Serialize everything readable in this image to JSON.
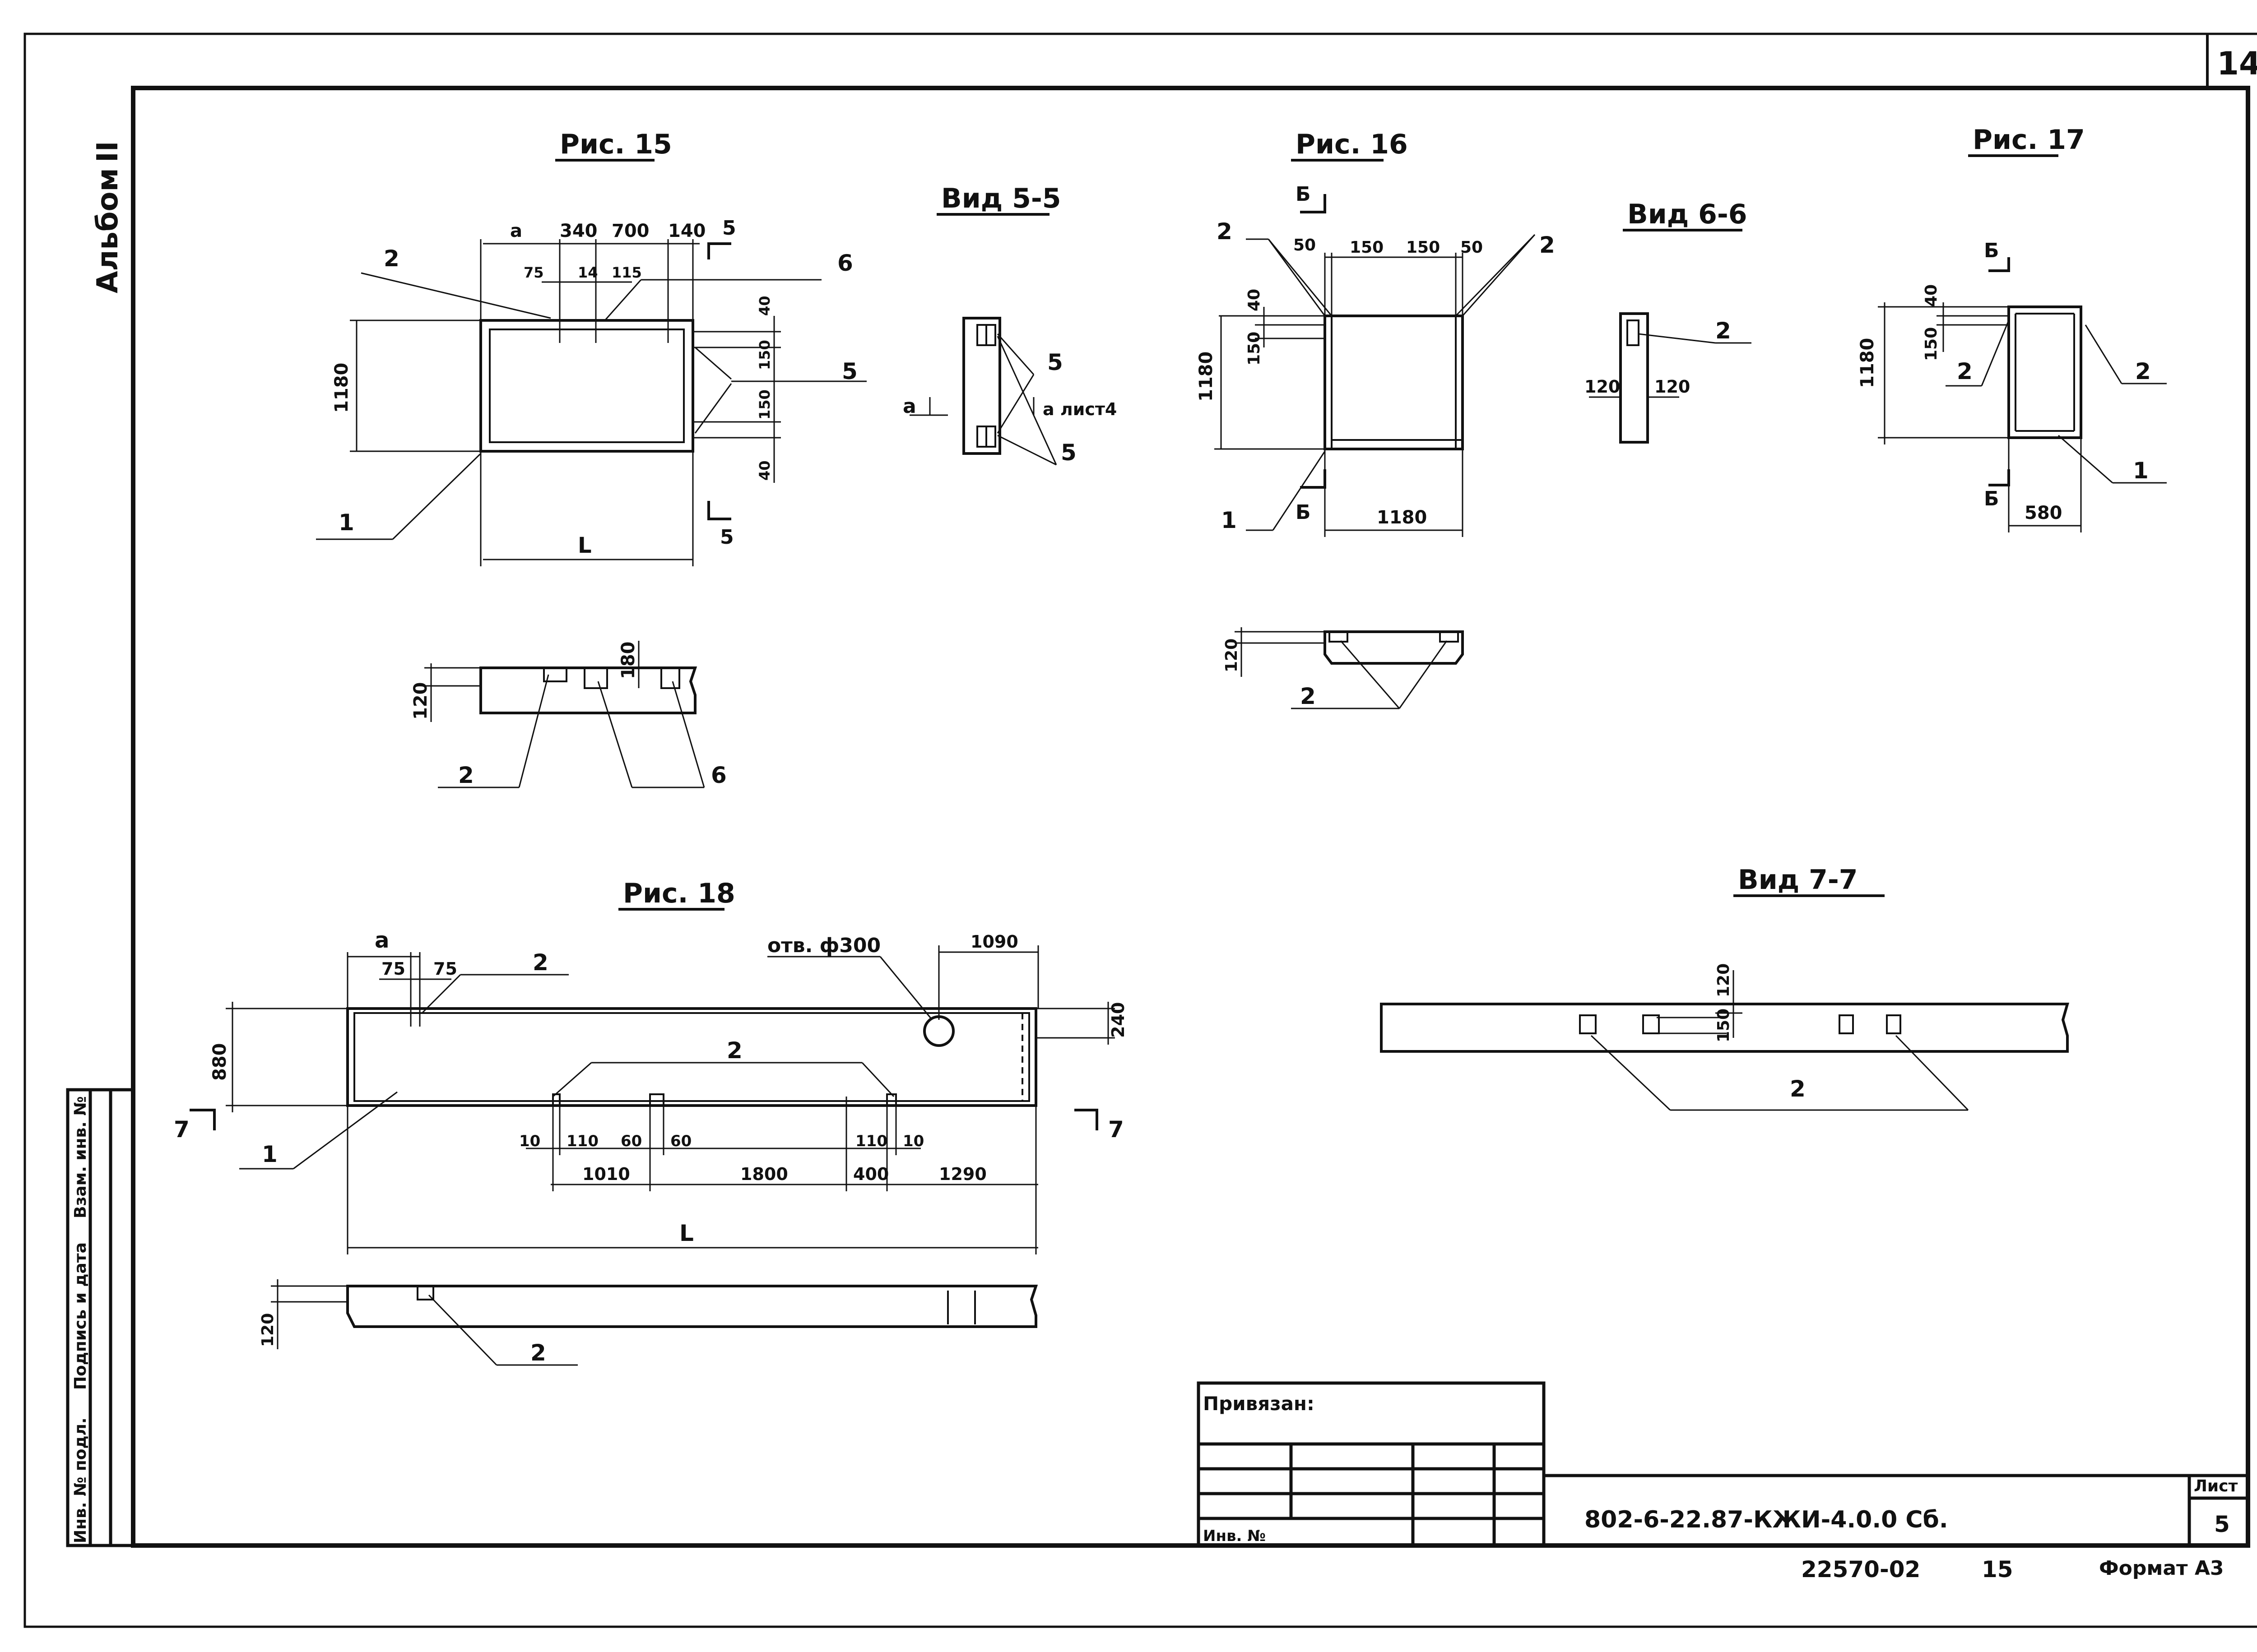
{
  "sheet_number": "14",
  "side_label": "Альбом",
  "side_label_numeral": "II",
  "stamp_columns": [
    "Инв. № подл.",
    "Подпись и дата",
    "Взам. инв. №"
  ],
  "views": {
    "fig15": "Рис. 15",
    "view55": "Вид 5-5",
    "fig16": "Рис. 16",
    "view66": "Вид 6-6",
    "fig17": "Рис. 17",
    "fig18": "Рис. 18",
    "view77": "Вид 7-7"
  },
  "fig15": {
    "dims_top": [
      "a",
      "340",
      "700",
      "140"
    ],
    "dims_sub": [
      "75",
      "14",
      "115"
    ],
    "dim_height": "1180",
    "dims_right": [
      "40",
      "150",
      "150",
      "40"
    ],
    "dim_length": "L",
    "dim_thickness": "120",
    "dim_slot": "180",
    "labels": [
      "2",
      "6",
      "5",
      "1",
      "5",
      "5",
      "2",
      "6"
    ]
  },
  "view55": {
    "label_a": "a",
    "note": "a лист4",
    "labels": [
      "5",
      "5"
    ]
  },
  "fig16": {
    "dims_top": [
      "50",
      "150",
      "150",
      "50"
    ],
    "dims_left": [
      "40",
      "150"
    ],
    "dim_height": "1180",
    "dim_width": "1180",
    "dim_thickness": "120",
    "section": "Б",
    "labels": [
      "2",
      "2",
      "1",
      "2"
    ]
  },
  "view66": {
    "dims": [
      "120",
      "120"
    ],
    "label": "2"
  },
  "fig17": {
    "dims_left": [
      "40",
      "150"
    ],
    "dim_height": "1180",
    "dim_width": "580",
    "section": "Б",
    "labels": [
      "2",
      "2",
      "1"
    ]
  },
  "fig18": {
    "dims_top": [
      "a",
      "75",
      "75"
    ],
    "hole_label": "отв. ф300",
    "dim_hole": "1090",
    "dim_right": "240",
    "dim_height": "880",
    "dims_bottom_small": [
      "10",
      "110",
      "60",
      "60",
      "110",
      "10"
    ],
    "dims_bottom": [
      "1010",
      "1800",
      "400",
      "1290"
    ],
    "dim_length": "L",
    "dim_thickness": "120",
    "section": "7",
    "labels": [
      "2",
      "2",
      "1",
      "2"
    ]
  },
  "view77": {
    "dims": [
      "120",
      "150"
    ],
    "label": "2"
  },
  "title_block": {
    "bound_label": "Привязан:",
    "inv_label": "Инв. №",
    "code": "802-6-22.87-КЖИ-4.0.0 Сб.",
    "sheet_label": "Лист",
    "sheet_value": "5"
  },
  "footer": {
    "order_number": "22570-02",
    "page": "15",
    "format_label": "Формат А3"
  }
}
